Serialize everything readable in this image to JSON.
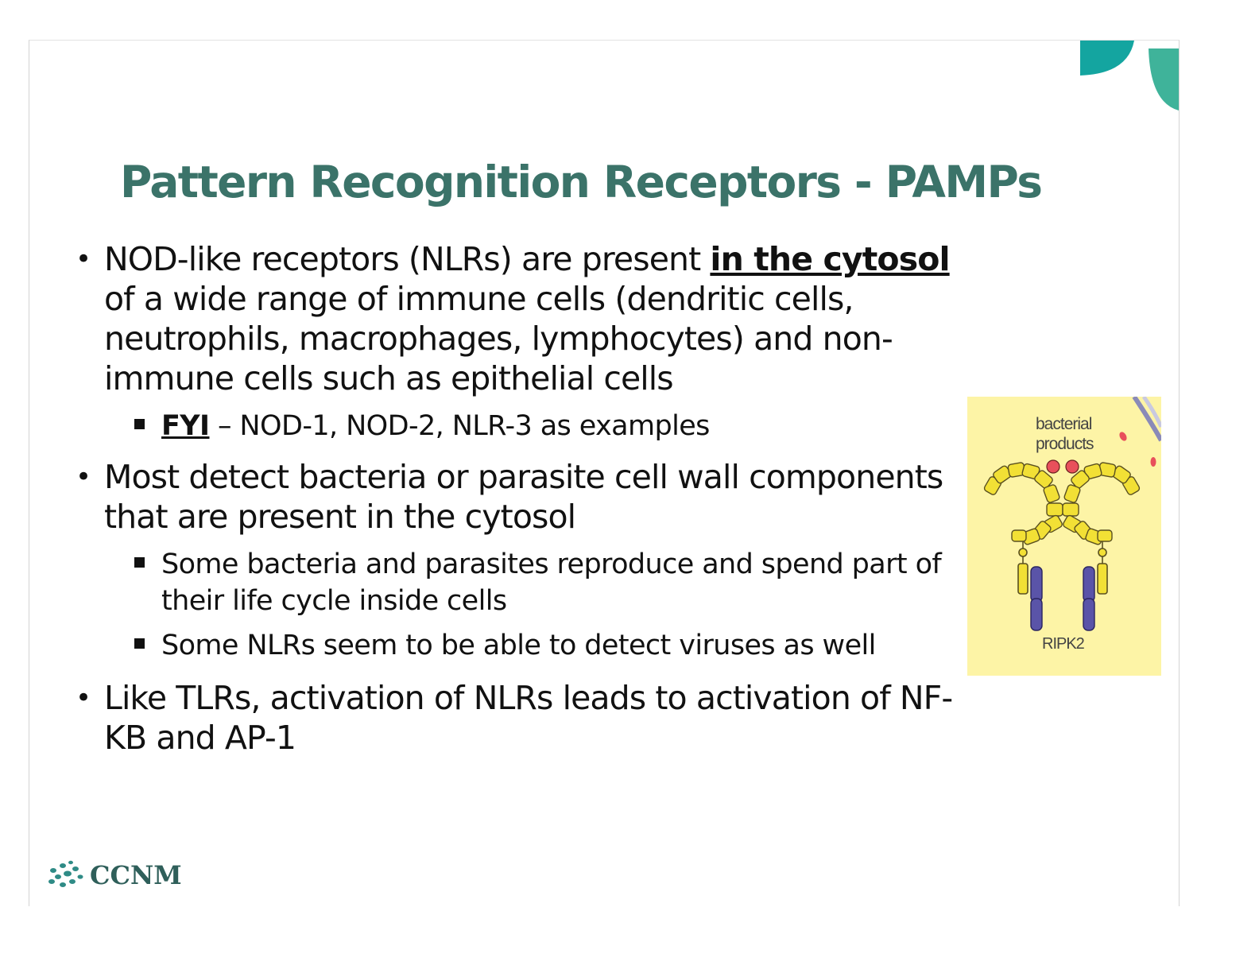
{
  "slide": {
    "title": "Pattern Recognition Receptors - PAMPs",
    "bullets": [
      {
        "part1": "NOD-like receptors (NLRs) are present ",
        "bold": "in the cytosol ",
        "part2": "of a wide range of immune cells (dendritic cells, neutrophils, macrophages, lymphocytes) and non-immune cells such as epithelial cells",
        "sub": [
          {
            "bold": "FYI",
            "text": " – NOD-1, NOD-2, NLR-3 as examples"
          }
        ]
      },
      {
        "text": "Most detect bacteria or parasite cell wall components that are present in the cytosol",
        "sub": [
          {
            "text": "Some bacteria and parasites reproduce and spend part of their life cycle inside cells"
          },
          {
            "text": "Some NLRs seem to be able to detect viruses as well"
          }
        ]
      },
      {
        "text": "Like TLRs, activation of NLRs leads to activation of NF-KB and AP-1"
      }
    ],
    "figure": {
      "label_top": "bacterial products",
      "label_top_line1": "bacterial",
      "label_top_line2": "products",
      "label_bottom": "RIPK2"
    },
    "logo": {
      "text": "CCNM",
      "icon": "ccnm-leaf-cluster-icon"
    },
    "colors": {
      "title": "#3b7369",
      "accent_teal": "#14a5a0",
      "accent_green": "#3fb39a",
      "figure_bg": "#fdf4a6",
      "lrr_yellow": "#f2e035",
      "nucleotide_red": "#e8505b",
      "card_purple": "#5a54a8"
    }
  }
}
